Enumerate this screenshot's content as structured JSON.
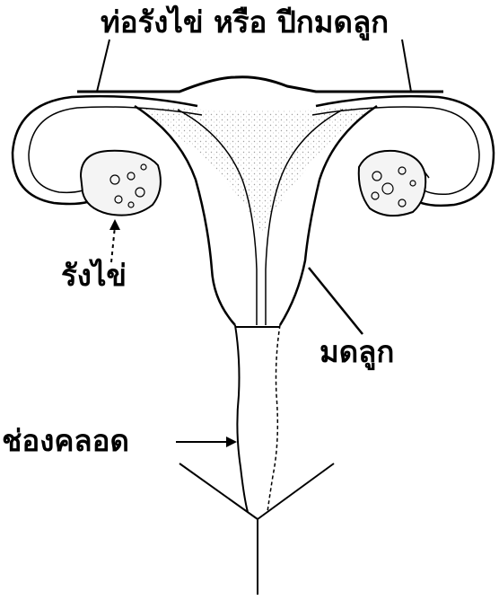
{
  "diagram": {
    "labels": {
      "fallopian_tube": "ท่อรังไข่ หรือ ปีกมดลูก",
      "ovary": "รังไข่",
      "uterus": "มดลูก",
      "vagina": "ช่องคลอด"
    },
    "colors": {
      "line": "#000000",
      "tissue_fill": "#e8e8e8",
      "background": "#ffffff"
    }
  }
}
